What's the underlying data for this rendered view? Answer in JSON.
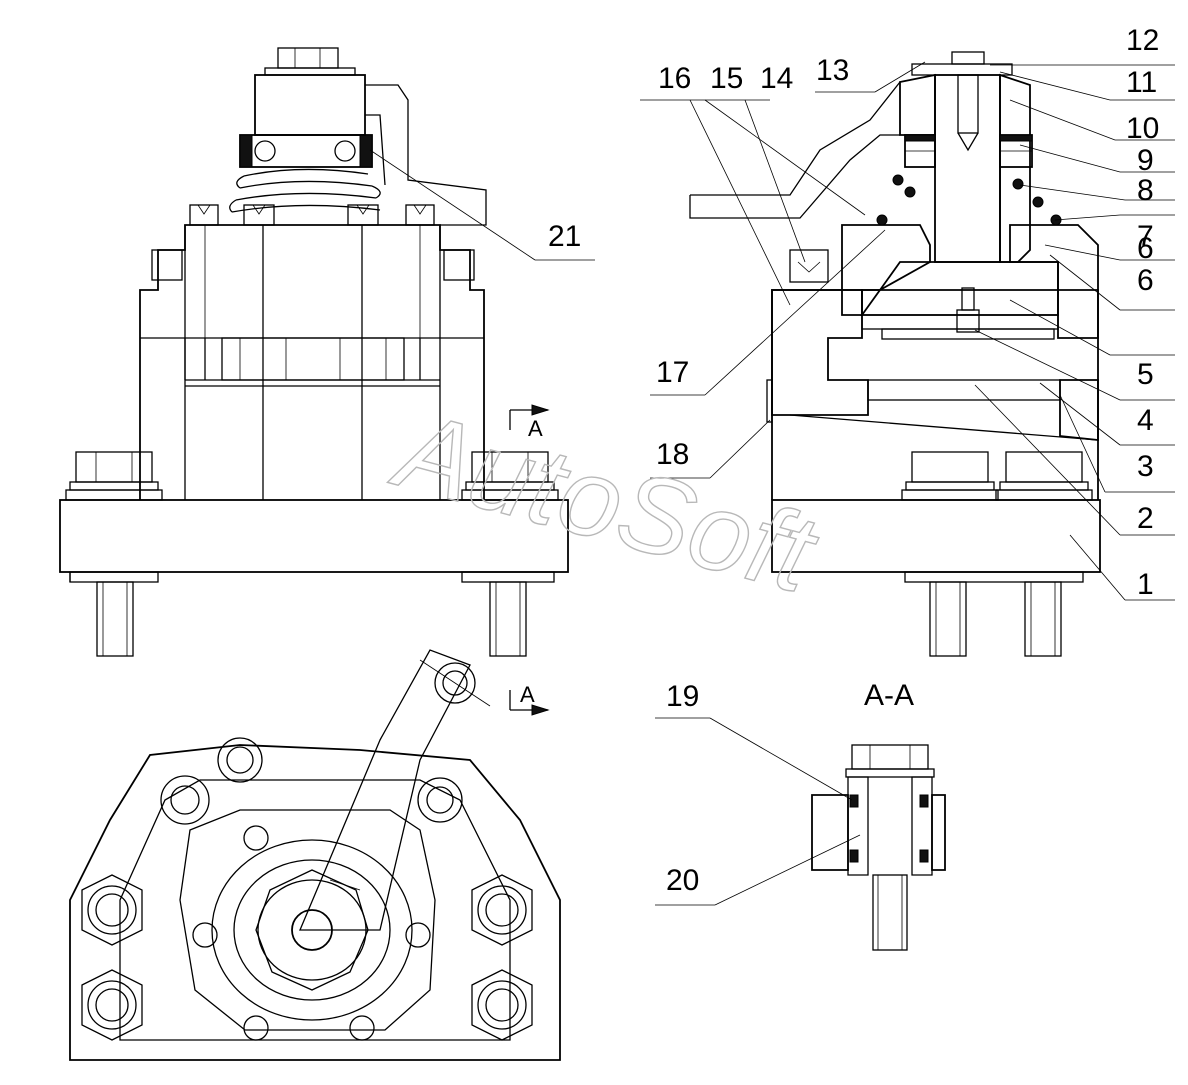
{
  "watermark": "AutoSoft",
  "section_marker": "A",
  "section_title": "A-A",
  "callouts": [
    {
      "id": "c1",
      "text": "1"
    },
    {
      "id": "c2",
      "text": "2"
    },
    {
      "id": "c3",
      "text": "3"
    },
    {
      "id": "c4",
      "text": "4"
    },
    {
      "id": "c5",
      "text": "5"
    },
    {
      "id": "c6",
      "text": "6"
    },
    {
      "id": "c7",
      "text": "7"
    },
    {
      "id": "c8",
      "text": "8"
    },
    {
      "id": "c9",
      "text": "9"
    },
    {
      "id": "c10",
      "text": "10"
    },
    {
      "id": "c11",
      "text": "11"
    },
    {
      "id": "c12",
      "text": "12"
    },
    {
      "id": "c13",
      "text": "13"
    },
    {
      "id": "c14",
      "text": "14"
    },
    {
      "id": "c15",
      "text": "15"
    },
    {
      "id": "c16",
      "text": "16"
    },
    {
      "id": "c17",
      "text": "17"
    },
    {
      "id": "c18",
      "text": "18"
    },
    {
      "id": "c19",
      "text": "19"
    },
    {
      "id": "c20",
      "text": "20"
    },
    {
      "id": "c21",
      "text": "21"
    }
  ],
  "colors": {
    "line": "#000000",
    "background": "#ffffff",
    "watermark": "#b8b8b8"
  }
}
